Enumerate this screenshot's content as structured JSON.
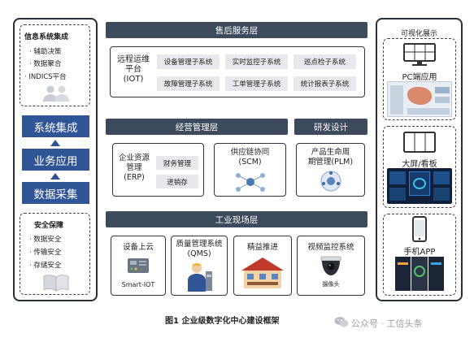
{
  "left_panel": {
    "info_title": "信息系统集成",
    "info_items": [
      "辅助决策",
      "数据聚合",
      "INDICS平台"
    ],
    "layers": [
      "系统集成",
      "业务应用",
      "数据采集"
    ],
    "security_title": "安全保障",
    "security_items": [
      "数据安全",
      "传输安全",
      "存储安全"
    ]
  },
  "center": {
    "after_sales_header": "售后服务层",
    "iot_label": "远程运维\n平台\n(IOT)",
    "iot_subsystems": [
      "设备管理子系统",
      "实时监控子系统",
      "巡点检子系统",
      "故障管理子系统",
      "工单管理子系统",
      "统计报表子系统"
    ],
    "operation_header": "经营管理层",
    "rd_header": "研发设计",
    "erp_label": "企业资源\n管理\n(ERP)",
    "erp_items": [
      "财务管理",
      "进销存"
    ],
    "scm_label": "供应链协同\n(SCM)",
    "plm_label": "产品生命周\n期管理(PLM)",
    "field_header": "工业现场层",
    "field_items": [
      "设备上云",
      "质量管理系统\n(QMS)",
      "精益推进",
      "视频监控系统"
    ],
    "smart_iot": "Smart-IOT",
    "camera_label": "摄像头"
  },
  "right_panel": {
    "title": "可视化展示",
    "items": [
      "PC端应用",
      "大屏/看板",
      "手机APP"
    ]
  },
  "caption": "图1 企业级数字化中心建设框架",
  "watermark": "公众号 · 工信头条",
  "colors": {
    "bar": "#3d4a5c",
    "blue": "#2f5597",
    "sub": "#e7e9ec"
  }
}
